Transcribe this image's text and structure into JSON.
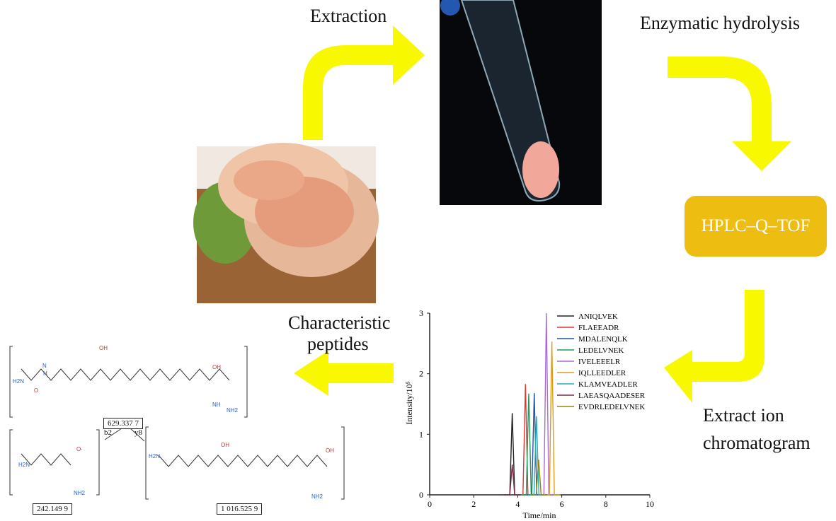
{
  "labels": {
    "extraction": "Extraction",
    "enzymatic": "Enzymatic hydrolysis",
    "hplc": "HPLC–Q–TOF",
    "extract_line1": "Extract ion",
    "extract_line2": "chromatogram",
    "char_line1": "Characteristic",
    "char_line2": "peptides"
  },
  "images": {
    "food": "shrimp-patty-photo",
    "tube": "sample-test-tube-photo"
  },
  "colors": {
    "arrow": "#f8f800",
    "hplc_box": "#eebd12"
  },
  "chart_data": {
    "type": "line",
    "xlabel": "Time/min",
    "ylabel": "Intensity/10⁵",
    "xlim": [
      0,
      10
    ],
    "ylim": [
      0,
      3
    ],
    "xticks": [
      "0",
      "2",
      "4",
      "6",
      "8",
      "10"
    ],
    "yticks": [
      "0",
      "1",
      "2",
      "3"
    ],
    "grid": false,
    "legend_position": "top-right",
    "series": [
      {
        "name": "ANIQLVEK",
        "color": "#222222",
        "x": 3.75,
        "y": 1.35
      },
      {
        "name": "FLAEEADR",
        "color": "#e8332d",
        "x": 4.35,
        "y": 1.83
      },
      {
        "name": "MDALENQLK",
        "color": "#2454a4",
        "x": 4.75,
        "y": 1.68
      },
      {
        "name": "LEDELVNEK",
        "color": "#1f9a5a",
        "x": 4.5,
        "y": 1.67
      },
      {
        "name": "IVELEEELR",
        "color": "#a66bd8",
        "x": 5.3,
        "y": 3.0
      },
      {
        "name": "IQLLEEDLER",
        "color": "#e09a21",
        "x": 5.55,
        "y": 2.53
      },
      {
        "name": "KLAMVEADLER",
        "color": "#20b2b8",
        "x": 4.85,
        "y": 1.3
      },
      {
        "name": "LAEASQAADESER",
        "color": "#7a2f4a",
        "x": 3.75,
        "y": 0.5
      },
      {
        "name": "EVDRLEDELVNEK",
        "color": "#8a8a18",
        "x": 4.95,
        "y": 0.58
      }
    ]
  },
  "peptide": {
    "precursor_mass": "629.337 7",
    "b_ion": "b2",
    "y_ion": "y8",
    "b2_mass": "242.149 9",
    "y8_mass": "1 016.525 9",
    "atom_labels": [
      "H2N",
      "N",
      "H",
      "O",
      "OH",
      "NH",
      "NH2",
      "O·"
    ]
  }
}
